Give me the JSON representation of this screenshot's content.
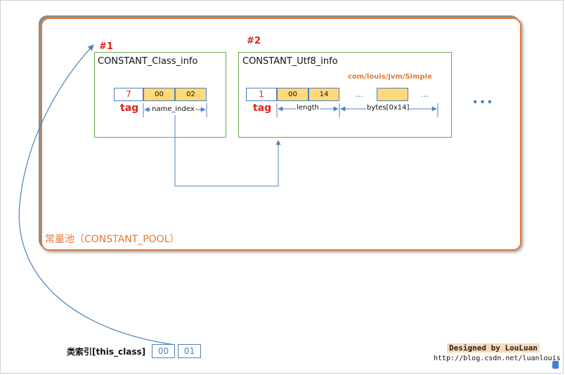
{
  "pool": {
    "label": "常量池（CONSTANT_POOL）"
  },
  "entry1": {
    "index": "#1",
    "title": "CONSTANT_Class_info",
    "tag_value": "7",
    "bytes": [
      "00",
      "02"
    ],
    "tag_label": "tag",
    "name_index_label": "name_index"
  },
  "entry2": {
    "index": "#2",
    "title": "CONSTANT_Utf8_info",
    "string_value": "com/louis/jvm/Simple",
    "tag_value": "1",
    "bytes": [
      "00",
      "14"
    ],
    "tag_label": "tag",
    "length_label": "length",
    "bytes_label": "bytes[0x14]",
    "dots": "..."
  },
  "more_dots": "...",
  "this_class": {
    "label": "类索引[this_class]",
    "values": [
      "00",
      "01"
    ]
  },
  "credit": {
    "designed_by": "Designed by LouLuan",
    "url": "http://blog.csdn.net/luanlouis"
  },
  "colors": {
    "accent_orange": "#e07b39",
    "entry_green": "#6aaa4c",
    "cell_blue": "#4f81bd",
    "tag_red": "#e02020",
    "byte_fill": "#ffd97a"
  }
}
